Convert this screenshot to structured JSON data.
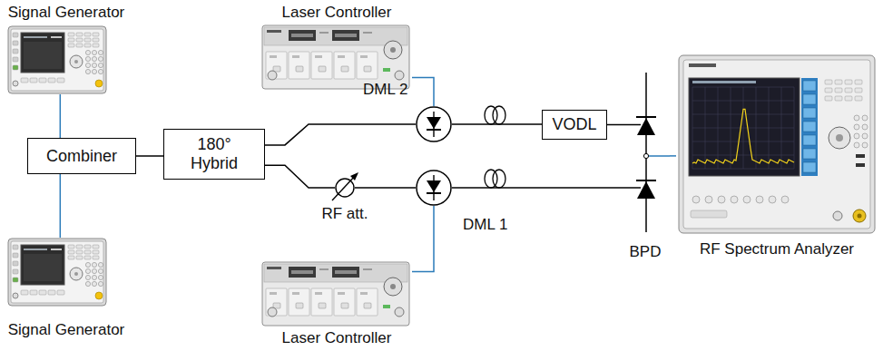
{
  "diagram": {
    "nodes": [
      {
        "text": [
          "Signal Generator"
        ]
      },
      {
        "text": [
          "Laser Controller"
        ]
      },
      {
        "text": [
          "Combiner"
        ]
      },
      {
        "text": [
          "180° Hybrid"
        ]
      },
      {
        "text": [
          "DML 2"
        ]
      },
      {
        "text": [
          "VODL"
        ]
      },
      {
        "text": [
          "RF Spectrum Analyzer"
        ]
      },
      {
        "text": [
          "RF att."
        ]
      },
      {
        "text": [
          "DML 1"
        ]
      },
      {
        "text": [
          "BPD"
        ]
      },
      {
        "text": [
          "Signal Generator"
        ]
      },
      {
        "text": [
          "Laser Controller"
        ]
      }
    ],
    "edges": [
      {
        "from": 0,
        "to": 2,
        "arrow": "none"
      },
      {
        "from": 10,
        "to": 2,
        "arrow": "none"
      },
      {
        "from": 2,
        "to": 3,
        "arrow": "none"
      },
      {
        "from": 3,
        "to": 4,
        "arrow": "none"
      },
      {
        "from": 3,
        "to": 7,
        "arrow": "none"
      },
      {
        "from": 7,
        "to": 8,
        "arrow": "none"
      },
      {
        "from": 1,
        "to": 4,
        "arrow": "none"
      },
      {
        "from": 11,
        "to": 8,
        "arrow": "none"
      },
      {
        "from": 4,
        "to": 5,
        "arrow": "none"
      },
      {
        "from": 5,
        "to": 9,
        "arrow": "none"
      },
      {
        "from": 8,
        "to": 9,
        "arrow": "none"
      },
      {
        "from": 9,
        "to": 6,
        "arrow": "none"
      }
    ]
  }
}
